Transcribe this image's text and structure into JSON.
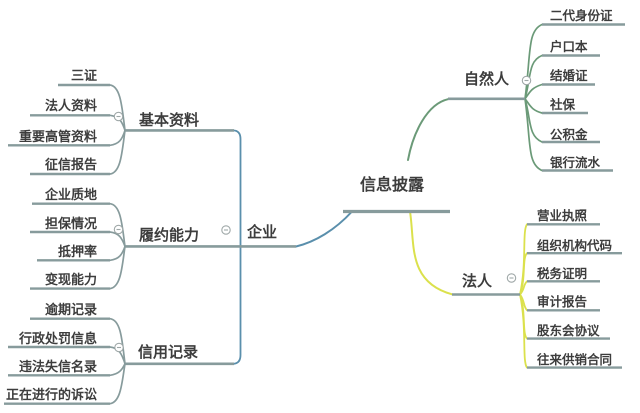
{
  "root": {
    "label": "信息披露"
  },
  "enterprise": {
    "label": "企业",
    "basic": {
      "label": "基本资料",
      "items": [
        "三证",
        "法人资料",
        "重要高管资料",
        "征信报告"
      ]
    },
    "capability": {
      "label": "履约能力",
      "items": [
        "企业质地",
        "担保情况",
        "抵押率",
        "变现能力"
      ]
    },
    "credit": {
      "label": "信用记录",
      "items": [
        "逾期记录",
        "行政处罚信息",
        "违法失信名录",
        "正在进行的诉讼"
      ]
    }
  },
  "natural_person": {
    "label": "自然人",
    "items": [
      "二代身份证",
      "户口本",
      "结婚证",
      "社保",
      "公积金",
      "银行流水"
    ]
  },
  "legal_person": {
    "label": "法人",
    "items": [
      "营业执照",
      "组织机构代码",
      "税务证明",
      "审计报告",
      "股东会协议",
      "往来供销合同"
    ]
  },
  "colors": {
    "topic_underline_gray": "#879b9c",
    "branch_enterprise_blue": "#5a8fac",
    "branch_natural_person_green": "#6b9a78",
    "branch_legal_person_yellow": "#dbe14c",
    "text": "#3d3d3d",
    "collapse_ring_gray": "#9fa8a8"
  }
}
